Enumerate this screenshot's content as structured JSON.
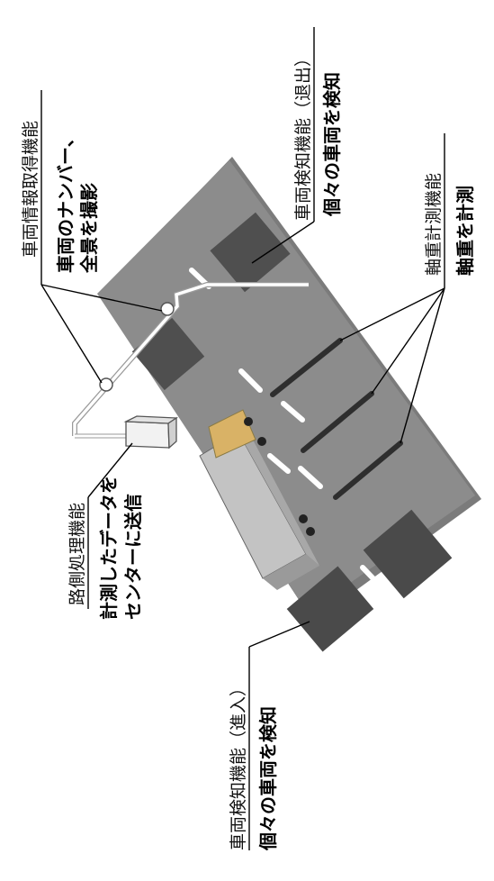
{
  "labels": {
    "vehicle_info": {
      "title": "車両情報取得機能",
      "desc_line1": "車両のナンバー、",
      "desc_line2": "全景を撮影"
    },
    "exit_detect": {
      "title": "車両検知機能（退出）",
      "desc": "個々の車両を検知"
    },
    "axle_weight": {
      "title": "軸重計測機能",
      "desc": "軸重を計測"
    },
    "roadside": {
      "title": "路側処理機能",
      "desc_line1": "計測したデータを",
      "desc_line2": "センターに送信"
    },
    "entry_detect": {
      "title": "車両検知機能（進入）",
      "desc": "個々の車両を検知"
    }
  },
  "colors": {
    "road": "#8a8a8a",
    "road_shadow": "#767676",
    "detector_pad": "#4f4f4f",
    "lane_mark": "#ffffff",
    "axle_sensor": "#2e2e2e",
    "truck_body": "#c9c9c9",
    "truck_cab": "#d9b266",
    "gantry": "#ffffff"
  }
}
